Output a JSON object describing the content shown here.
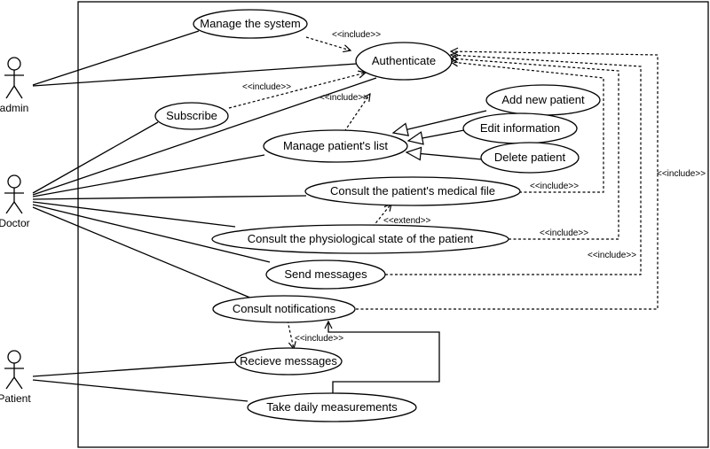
{
  "actors": {
    "admin": "admin",
    "doctor": "Doctor",
    "patient": "Patient"
  },
  "use_cases": {
    "manage_system": "Manage the system",
    "authenticate": "Authenticate",
    "subscribe": "Subscribe",
    "add_patient": "Add new patient",
    "edit_info": "Edit information",
    "manage_list": "Manage patient's list",
    "delete_patient": "Delete patient",
    "consult_file": "Consult the patient's medical file",
    "consult_state": "Consult the physiological state of the patient",
    "send_messages": "Send messages",
    "consult_notifications": "Consult notifications",
    "receive_messages": "Recieve messages",
    "daily_measurements": "Take daily measurements"
  },
  "stereotypes": {
    "include": "<<include>>",
    "extend": "<<extend>>"
  }
}
